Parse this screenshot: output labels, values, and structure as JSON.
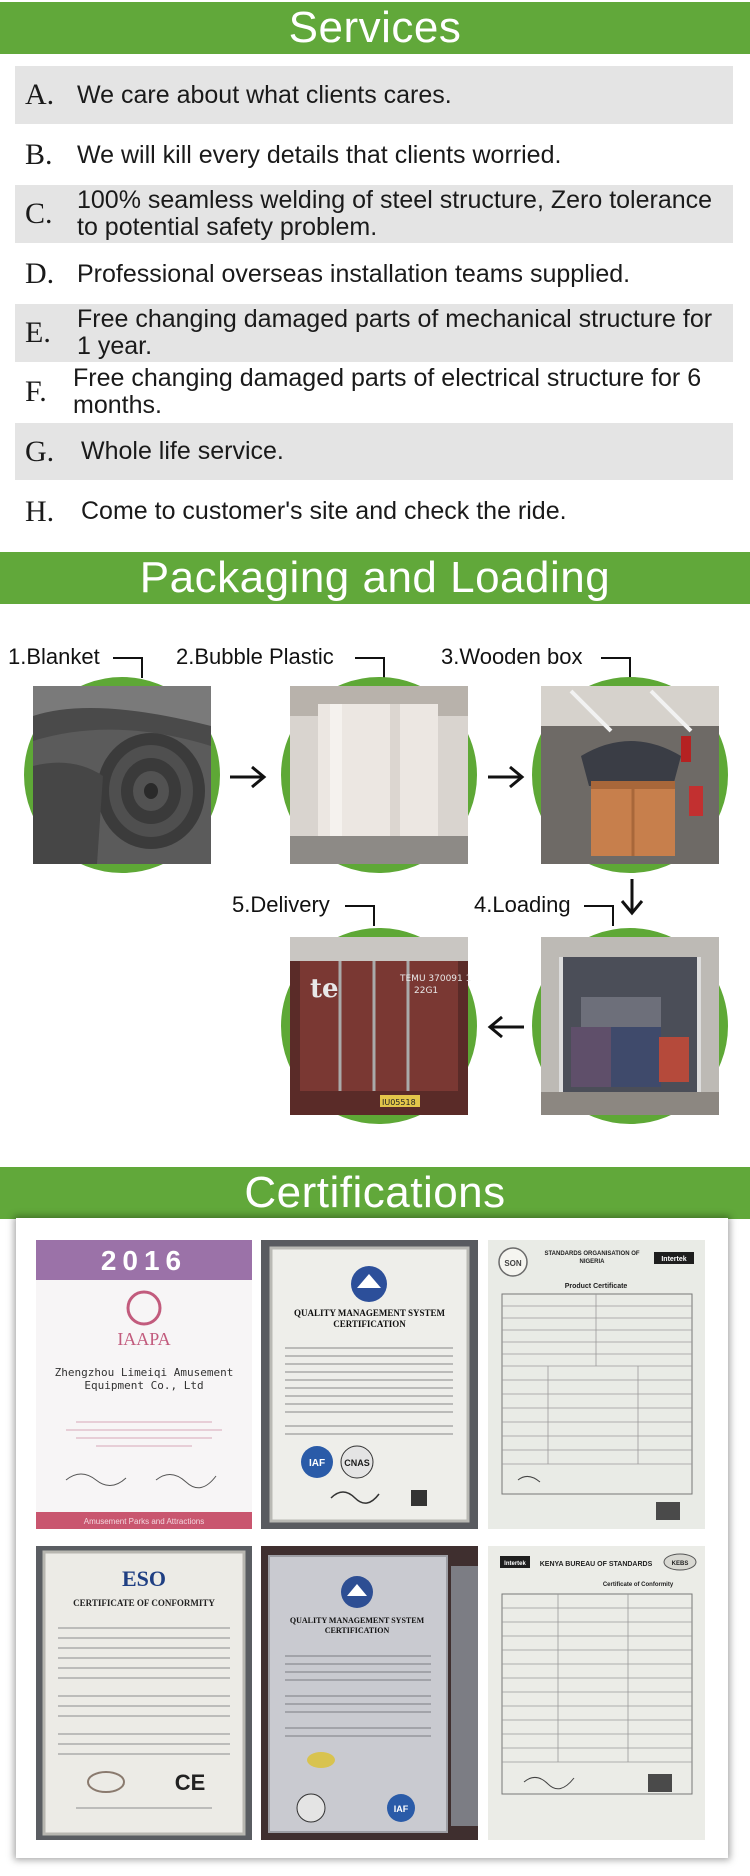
{
  "services": {
    "title": "Services",
    "items": [
      {
        "letter": "A.",
        "text": "We care about what clients cares."
      },
      {
        "letter": "B.",
        "text": "We will kill every details that clients worried."
      },
      {
        "letter": "C.",
        "text": "100% seamless welding of steel structure, Zero tolerance to potential safety problem."
      },
      {
        "letter": "D.",
        "text": "Professional overseas installation teams supplied."
      },
      {
        "letter": "E.",
        "text": "Free changing damaged parts of mechanical structure for 1 year."
      },
      {
        "letter": "F.",
        "text": "Free changing damaged parts of electrical structure for 6 months."
      },
      {
        "letter": "G.",
        "text": "Whole life service."
      },
      {
        "letter": "H.",
        "text": "Come to customer's site and check the ride."
      }
    ]
  },
  "packaging": {
    "title": "Packaging and Loading",
    "steps": [
      {
        "label": "1.Blanket",
        "photo": "blanket-roll-photo"
      },
      {
        "label": "2.Bubble Plastic",
        "photo": "bubble-plastic-roll-photo"
      },
      {
        "label": "3.Wooden box",
        "photo": "wooden-box-photo"
      },
      {
        "label": "4.Loading",
        "photo": "container-loading-photo"
      },
      {
        "label": "5.Delivery",
        "photo": "container-delivery-photo"
      }
    ],
    "container_text": {
      "brand": "te",
      "number": "TEMU 370091 1",
      "code": "22G1",
      "plate": "IU05518"
    }
  },
  "certifications": {
    "title": "Certifications",
    "certs": {
      "iaapa": {
        "year": "2016",
        "logo": "IAAPA",
        "company": "Zhengzhou Limeiqi Amusement Equipment Co., Ltd",
        "footer": "Amusement Parks and Attractions"
      },
      "qms1": {
        "title": "QUALITY MANAGEMENT SYSTEM CERTIFICATION",
        "badge_1": "IAF",
        "badge_2": "CNAS"
      },
      "son": {
        "badge": "SON",
        "header": "STANDARDS ORGANISATION OF NIGERIA",
        "partner": "Intertek",
        "form_title": "Product Certificate"
      },
      "eso": {
        "logo": "ESO",
        "title": "CERTIFICATE OF CONFORMITY",
        "mark": "CE"
      },
      "qms2": {
        "title": "QUALITY MANAGEMENT SYSTEM CERTIFICATION",
        "badge": "IAF"
      },
      "kebs": {
        "partner": "Intertek",
        "header": "KENYA BUREAU OF STANDARDS",
        "badge": "KEBS",
        "subtitle": "Certificate of Conformity"
      }
    }
  }
}
